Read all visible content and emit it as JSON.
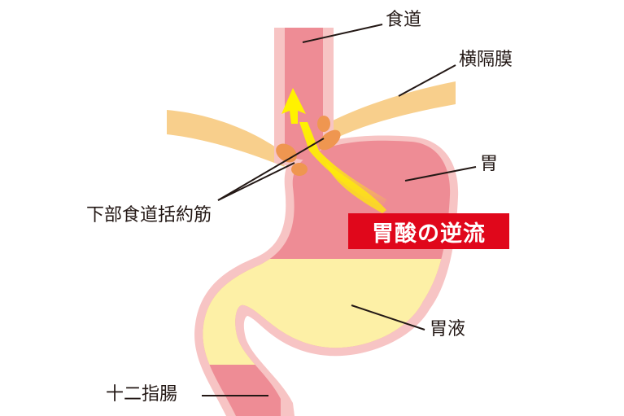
{
  "labels": {
    "esophagus": "食道",
    "diaphragm": "横隔膜",
    "stomach": "胃",
    "lower_esophageal_sphincter": "下部食道括約筋",
    "gastric_fluid": "胃液",
    "duodenum": "十二指腸"
  },
  "callout": "胃酸の逆流",
  "colors": {
    "tissue_outer": "#f7c4c4",
    "tissue_inner": "#ee8c95",
    "gastric_fluid": "#fdf0a6",
    "diaphragm": "#f8cf8c",
    "sphincter": "#ef9650",
    "reflux_arrow": "#fff200",
    "callout_bg": "#e0071b"
  },
  "icons": {
    "reflux": "up-arrow-icon"
  }
}
